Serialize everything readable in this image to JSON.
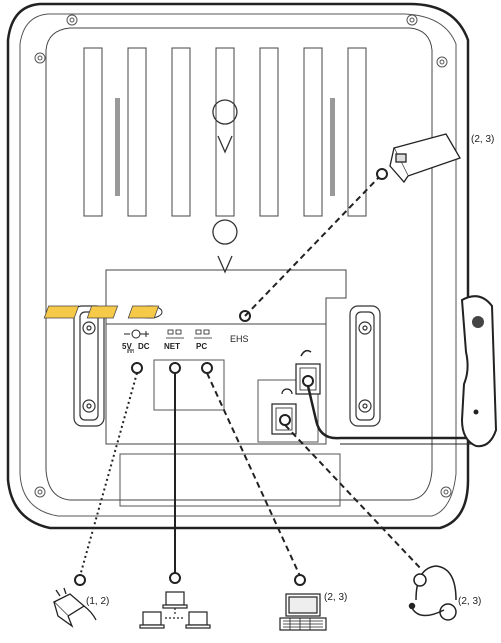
{
  "ports": {
    "dc": "5V",
    "dc_symbol": "DC",
    "net": "NET",
    "pc": "PC",
    "ehs": "EHS"
  },
  "callouts": {
    "ehs_adapter": "(2, 3)",
    "power_adapter": "(1, 2)",
    "pc": "(2, 3)",
    "headset": "(2, 3)"
  },
  "icons": {
    "power_adapter": "power-adapter-icon",
    "network": "network-icon",
    "computer": "computer-icon",
    "headset": "headset-icon",
    "handset": "handset-icon",
    "ehs_adapter": "ehs-adapter-icon",
    "handset_port": "handset-port-icon",
    "headset_port": "headset-port-icon"
  }
}
